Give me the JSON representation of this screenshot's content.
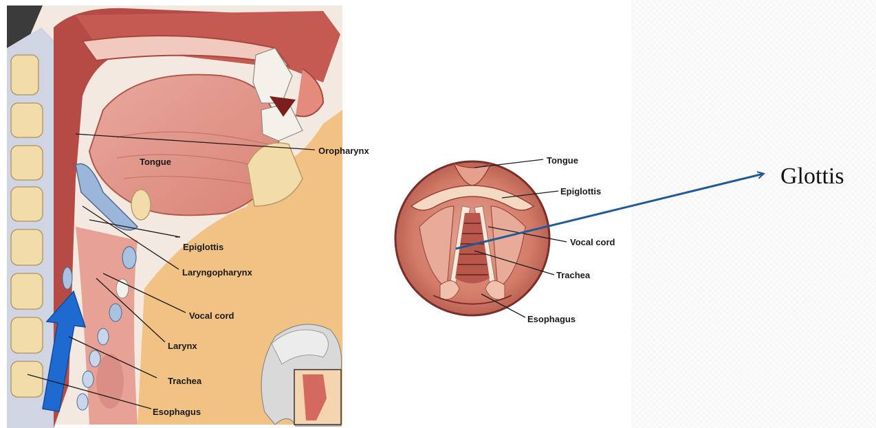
{
  "side_view_labels": {
    "tongue": "Tongue",
    "oropharynx": "Oropharynx",
    "epiglottis": "Epiglottis",
    "laryngopharynx": "Laryngopharynx",
    "vocal_cord": "Vocal cord",
    "larynx": "Larynx",
    "trachea": "Trachea",
    "esophagus": "Esophagus"
  },
  "top_view_labels": {
    "tongue": "Tongue",
    "epiglottis": "Epiglottis",
    "vocal_cord": "Vocal cord",
    "trachea": "Trachea",
    "esophagus": "Esophagus"
  },
  "callout": {
    "label": "Glottis",
    "arrow_color": "#1f5a96"
  },
  "airflow_arrow": {
    "color": "#1e6ad0"
  }
}
